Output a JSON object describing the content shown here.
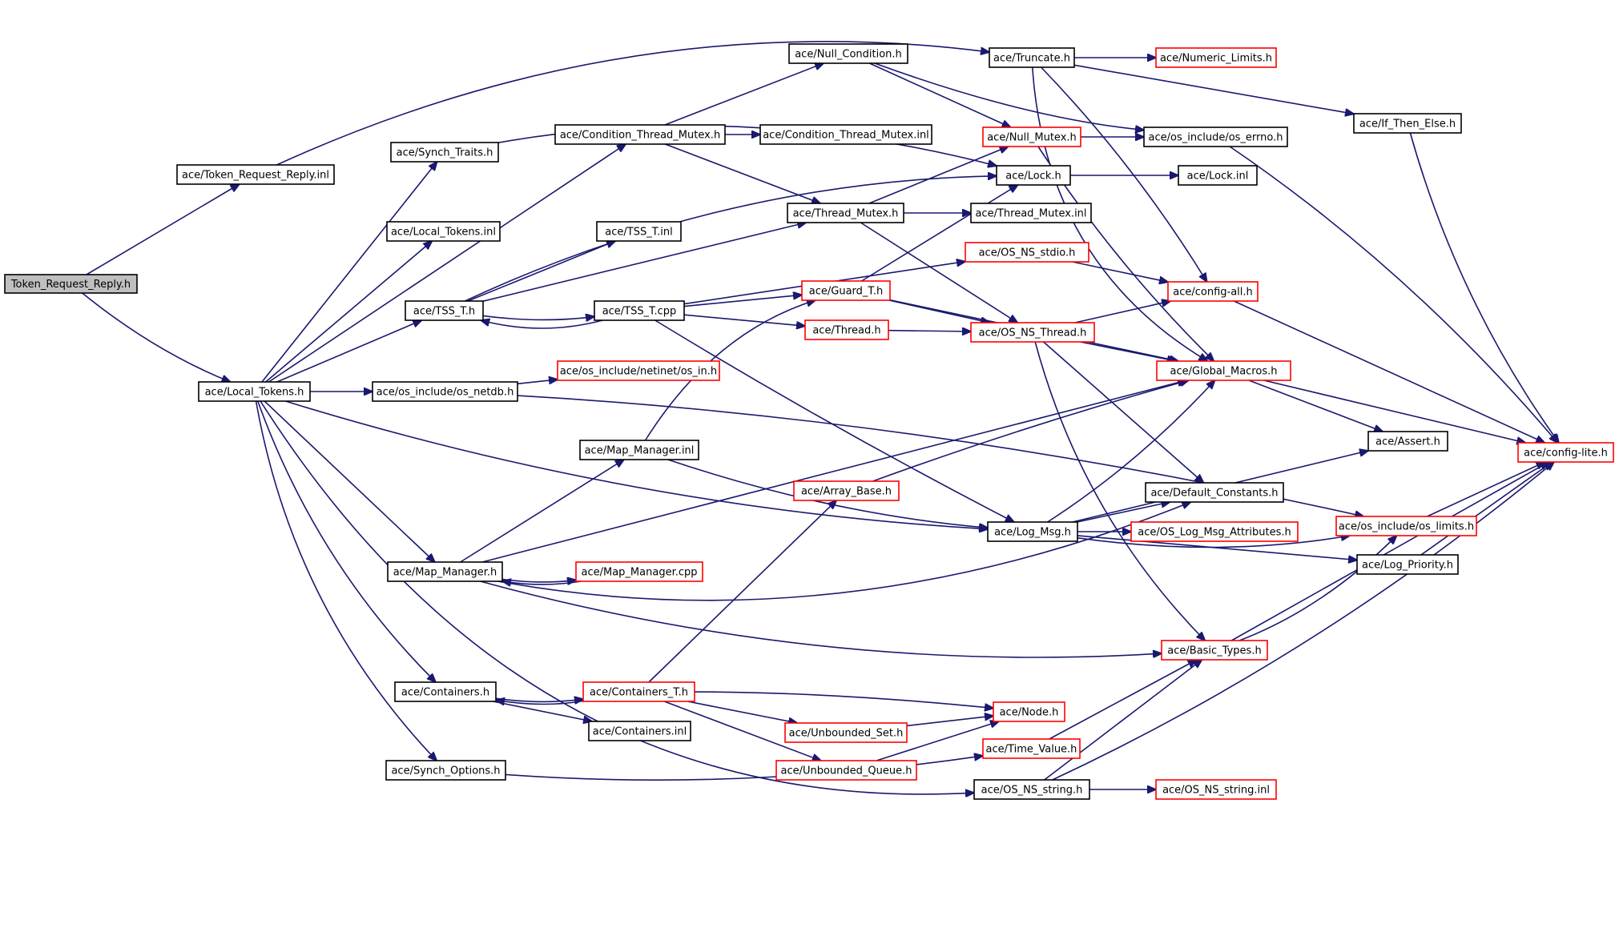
{
  "title": "",
  "colors": {
    "edge": "#191970",
    "node_border_default": "#000000",
    "node_border_truncated": "#ff0000",
    "root_fill": "#bfbfbf",
    "node_fill": "#ffffff"
  },
  "nodes": [
    {
      "id": "root",
      "label": "Token_Request_Reply.h",
      "style": "root"
    },
    {
      "id": "trr_inl",
      "label": "ace/Token_Request_Reply.inl",
      "style": "normal"
    },
    {
      "id": "local_tokens_h",
      "label": "ace/Local_Tokens.h",
      "style": "normal"
    },
    {
      "id": "truncate",
      "label": "ace/Truncate.h",
      "style": "normal"
    },
    {
      "id": "numeric_limits",
      "label": "ace/Numeric_Limits.h",
      "style": "truncated"
    },
    {
      "id": "null_condition",
      "label": "ace/Null_Condition.h",
      "style": "normal"
    },
    {
      "id": "synch_traits",
      "label": "ace/Synch_Traits.h",
      "style": "normal"
    },
    {
      "id": "ctm_h",
      "label": "ace/Condition_Thread_Mutex.h",
      "style": "normal"
    },
    {
      "id": "ctm_inl",
      "label": "ace/Condition_Thread_Mutex.inl",
      "style": "normal"
    },
    {
      "id": "null_mutex",
      "label": "ace/Null_Mutex.h",
      "style": "truncated"
    },
    {
      "id": "os_errno",
      "label": "ace/os_include/os_errno.h",
      "style": "normal"
    },
    {
      "id": "if_then_else",
      "label": "ace/If_Then_Else.h",
      "style": "normal"
    },
    {
      "id": "lock_h",
      "label": "ace/Lock.h",
      "style": "normal"
    },
    {
      "id": "lock_inl",
      "label": "ace/Lock.inl",
      "style": "normal"
    },
    {
      "id": "local_tokens_inl",
      "label": "ace/Local_Tokens.inl",
      "style": "normal"
    },
    {
      "id": "thread_mutex_h",
      "label": "ace/Thread_Mutex.h",
      "style": "normal"
    },
    {
      "id": "thread_mutex_inl",
      "label": "ace/Thread_Mutex.inl",
      "style": "normal"
    },
    {
      "id": "tss_inl",
      "label": "ace/TSS_T.inl",
      "style": "normal"
    },
    {
      "id": "os_ns_stdio",
      "label": "ace/OS_NS_stdio.h",
      "style": "truncated"
    },
    {
      "id": "tss_h",
      "label": "ace/TSS_T.h",
      "style": "normal"
    },
    {
      "id": "tss_cpp",
      "label": "ace/TSS_T.cpp",
      "style": "normal"
    },
    {
      "id": "guard_t",
      "label": "ace/Guard_T.h",
      "style": "truncated"
    },
    {
      "id": "config_all",
      "label": "ace/config-all.h",
      "style": "truncated"
    },
    {
      "id": "thread_h",
      "label": "ace/Thread.h",
      "style": "truncated"
    },
    {
      "id": "os_ns_thread",
      "label": "ace/OS_NS_Thread.h",
      "style": "truncated"
    },
    {
      "id": "os_in",
      "label": "ace/os_include/netinet/os_in.h",
      "style": "truncated"
    },
    {
      "id": "global_macros",
      "label": "ace/Global_Macros.h",
      "style": "truncated"
    },
    {
      "id": "os_netdb",
      "label": "ace/os_include/os_netdb.h",
      "style": "normal"
    },
    {
      "id": "assert_h",
      "label": "ace/Assert.h",
      "style": "normal"
    },
    {
      "id": "config_lite",
      "label": "ace/config-lite.h",
      "style": "truncated"
    },
    {
      "id": "map_manager_inl",
      "label": "ace/Map_Manager.inl",
      "style": "normal"
    },
    {
      "id": "array_base",
      "label": "ace/Array_Base.h",
      "style": "truncated"
    },
    {
      "id": "default_constants",
      "label": "ace/Default_Constants.h",
      "style": "normal"
    },
    {
      "id": "log_msg",
      "label": "ace/Log_Msg.h",
      "style": "normal"
    },
    {
      "id": "log_msg_attr",
      "label": "ace/OS_Log_Msg_Attributes.h",
      "style": "truncated"
    },
    {
      "id": "os_limits",
      "label": "ace/os_include/os_limits.h",
      "style": "truncated"
    },
    {
      "id": "map_manager_h",
      "label": "ace/Map_Manager.h",
      "style": "normal"
    },
    {
      "id": "map_manager_cpp",
      "label": "ace/Map_Manager.cpp",
      "style": "truncated"
    },
    {
      "id": "log_priority",
      "label": "ace/Log_Priority.h",
      "style": "normal"
    },
    {
      "id": "basic_types",
      "label": "ace/Basic_Types.h",
      "style": "truncated"
    },
    {
      "id": "containers_h",
      "label": "ace/Containers.h",
      "style": "normal"
    },
    {
      "id": "containers_t",
      "label": "ace/Containers_T.h",
      "style": "truncated"
    },
    {
      "id": "node_h",
      "label": "ace/Node.h",
      "style": "truncated"
    },
    {
      "id": "containers_inl",
      "label": "ace/Containers.inl",
      "style": "normal"
    },
    {
      "id": "unbounded_set",
      "label": "ace/Unbounded_Set.h",
      "style": "truncated"
    },
    {
      "id": "time_value",
      "label": "ace/Time_Value.h",
      "style": "truncated"
    },
    {
      "id": "synch_options",
      "label": "ace/Synch_Options.h",
      "style": "normal"
    },
    {
      "id": "unbounded_queue",
      "label": "ace/Unbounded_Queue.h",
      "style": "truncated"
    },
    {
      "id": "os_ns_string_h",
      "label": "ace/OS_NS_string.h",
      "style": "normal"
    },
    {
      "id": "os_ns_string_inl",
      "label": "ace/OS_NS_string.inl",
      "style": "truncated"
    }
  ],
  "edges": [
    [
      "root",
      "trr_inl"
    ],
    [
      "root",
      "local_tokens_h"
    ],
    [
      "trr_inl",
      "truncate"
    ],
    [
      "truncate",
      "numeric_limits"
    ],
    [
      "truncate",
      "if_then_else"
    ],
    [
      "truncate",
      "config_all"
    ],
    [
      "truncate",
      "global_macros"
    ],
    [
      "if_then_else",
      "config_lite"
    ],
    [
      "local_tokens_h",
      "synch_traits"
    ],
    [
      "local_tokens_h",
      "ctm_h"
    ],
    [
      "local_tokens_h",
      "local_tokens_inl"
    ],
    [
      "local_tokens_h",
      "tss_h"
    ],
    [
      "local_tokens_h",
      "os_netdb"
    ],
    [
      "local_tokens_h",
      "log_msg"
    ],
    [
      "local_tokens_h",
      "map_manager_h"
    ],
    [
      "local_tokens_h",
      "containers_h"
    ],
    [
      "local_tokens_h",
      "synch_options"
    ],
    [
      "local_tokens_h",
      "os_ns_string_h"
    ],
    [
      "synch_traits",
      "lock_h"
    ],
    [
      "ctm_h",
      "null_condition"
    ],
    [
      "ctm_h",
      "ctm_inl"
    ],
    [
      "ctm_h",
      "thread_mutex_h"
    ],
    [
      "null_condition",
      "null_mutex"
    ],
    [
      "null_condition",
      "os_errno"
    ],
    [
      "null_mutex",
      "os_errno"
    ],
    [
      "null_mutex",
      "global_macros"
    ],
    [
      "os_errno",
      "config_lite"
    ],
    [
      "lock_h",
      "lock_inl"
    ],
    [
      "thread_mutex_h",
      "null_mutex"
    ],
    [
      "thread_mutex_h",
      "thread_mutex_inl"
    ],
    [
      "thread_mutex_h",
      "os_ns_thread"
    ],
    [
      "tss_h",
      "tss_inl"
    ],
    [
      "tss_h",
      "lock_h"
    ],
    [
      "tss_h",
      "thread_mutex_h"
    ],
    [
      "tss_h",
      "tss_cpp"
    ],
    [
      "tss_cpp",
      "tss_h"
    ],
    [
      "tss_cpp",
      "os_ns_stdio"
    ],
    [
      "tss_cpp",
      "guard_t"
    ],
    [
      "tss_cpp",
      "thread_h"
    ],
    [
      "tss_cpp",
      "log_msg"
    ],
    [
      "os_ns_stdio",
      "config_all"
    ],
    [
      "guard_t",
      "lock_h"
    ],
    [
      "guard_t",
      "os_ns_thread"
    ],
    [
      "guard_t",
      "global_macros"
    ],
    [
      "thread_h",
      "os_ns_thread"
    ],
    [
      "os_ns_thread",
      "config_all"
    ],
    [
      "os_ns_thread",
      "global_macros"
    ],
    [
      "os_ns_thread",
      "default_constants"
    ],
    [
      "os_ns_thread",
      "basic_types"
    ],
    [
      "config_all",
      "config_lite"
    ],
    [
      "global_macros",
      "assert_h"
    ],
    [
      "global_macros",
      "config_lite"
    ],
    [
      "os_netdb",
      "os_in"
    ],
    [
      "os_netdb",
      "os_limits"
    ],
    [
      "os_limits",
      "config_lite"
    ],
    [
      "map_manager_inl",
      "guard_t"
    ],
    [
      "map_manager_inl",
      "log_msg"
    ],
    [
      "array_base",
      "global_macros"
    ],
    [
      "log_msg",
      "default_constants"
    ],
    [
      "log_msg",
      "log_msg_attr"
    ],
    [
      "log_msg",
      "os_limits"
    ],
    [
      "log_msg",
      "log_priority"
    ],
    [
      "log_msg",
      "assert_h"
    ],
    [
      "log_msg",
      "global_macros"
    ],
    [
      "log_priority",
      "config_lite"
    ],
    [
      "map_manager_h",
      "map_manager_cpp"
    ],
    [
      "map_manager_cpp",
      "map_manager_h"
    ],
    [
      "map_manager_h",
      "map_manager_inl"
    ],
    [
      "map_manager_h",
      "global_macros"
    ],
    [
      "map_manager_h",
      "default_constants"
    ],
    [
      "map_manager_h",
      "basic_types"
    ],
    [
      "basic_types",
      "config_lite"
    ],
    [
      "basic_types",
      "os_limits"
    ],
    [
      "containers_h",
      "containers_t"
    ],
    [
      "containers_t",
      "containers_h"
    ],
    [
      "containers_h",
      "containers_inl"
    ],
    [
      "containers_t",
      "array_base"
    ],
    [
      "containers_t",
      "node_h"
    ],
    [
      "containers_t",
      "unbounded_set"
    ],
    [
      "containers_t",
      "unbounded_queue"
    ],
    [
      "unbounded_set",
      "node_h"
    ],
    [
      "unbounded_queue",
      "node_h"
    ],
    [
      "synch_options",
      "time_value"
    ],
    [
      "time_value",
      "basic_types"
    ],
    [
      "os_ns_string_h",
      "os_ns_string_inl"
    ],
    [
      "os_ns_string_h",
      "basic_types"
    ],
    [
      "os_ns_string_h",
      "config_lite"
    ]
  ]
}
